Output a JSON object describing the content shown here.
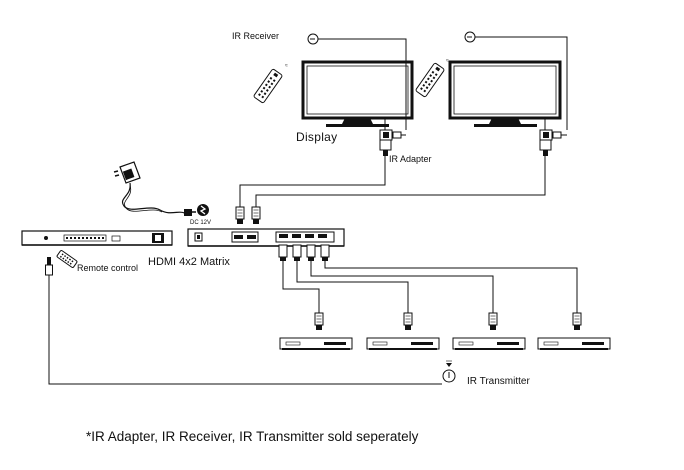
{
  "labels": {
    "ir_receiver": "IR Receiver",
    "display": "Display",
    "ir_adapter": "IR Adapter",
    "dc_power": "DC 12V",
    "remote_control": "Remote control",
    "matrix": "HDMI 4x2 Matrix",
    "ir_transmitter": "IR Transmitter"
  },
  "footnote": "*IR Adapter, IR Receiver, IR Transmitter sold seperately",
  "colors": {
    "line": "#111111",
    "screen": "#ffffff",
    "device_fill": "#f4f4f4"
  },
  "icons": [
    "remote-control-icon",
    "power-adapter-icon",
    "power-plug-icon",
    "hdmi-connector-icon",
    "ir-receiver-icon",
    "ir-transmitter-icon"
  ]
}
